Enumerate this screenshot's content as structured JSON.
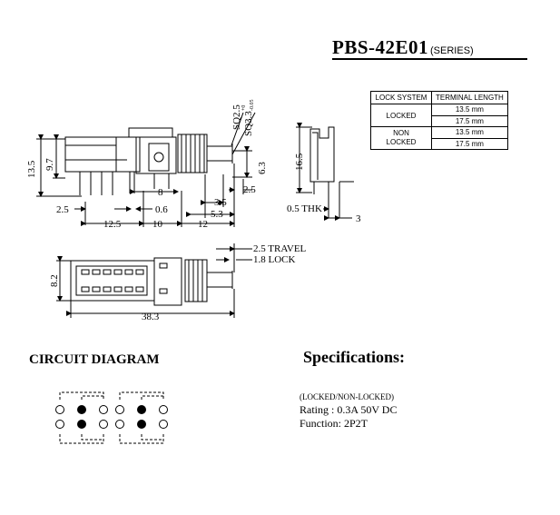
{
  "title": {
    "main": "PBS-42E01",
    "sub": "(SERIES)"
  },
  "table": {
    "headers": [
      "LOCK SYSTEM",
      "TERMINAL LENGTH"
    ],
    "groups": [
      {
        "lock_system": "LOCKED",
        "terminal_lengths": [
          "13.5 mm",
          "17.5 mm"
        ]
      },
      {
        "lock_system_lines": [
          "NON",
          "LOCKED"
        ],
        "terminal_lengths": [
          "13.5 mm",
          "17.5 mm"
        ]
      }
    ]
  },
  "dims": {
    "d13_5": "13.5",
    "d9_7": "9.7",
    "sq25": "SQ2.5",
    "sq33": "SQ3.3",
    "sq33_sup": "+0",
    "sq33_sub": "-0.05",
    "d6_3": "6.3",
    "d8": "8",
    "d0_6": "0.6",
    "d3_5": "3.5",
    "d2_5_right": "2.5",
    "d2_5_left": "2.5",
    "d5_3": "5.3",
    "d12_5": "12.5",
    "d10": "10",
    "d12": "12",
    "d16_5": "16.5",
    "thk": "0.5 THK",
    "d3": "3",
    "travel": "2.5 TRAVEL",
    "lock": "1.8 LOCK",
    "d8_2": "8.2",
    "d38_3": "38.3"
  },
  "circuit": {
    "heading": "CIRCUIT DIAGRAM"
  },
  "specifications": {
    "heading": "Specifications:",
    "lines": [
      "(LOCKED/NON-LOCKED)",
      "Rating : 0.3A 50V DC",
      "Function: 2P2T"
    ]
  }
}
